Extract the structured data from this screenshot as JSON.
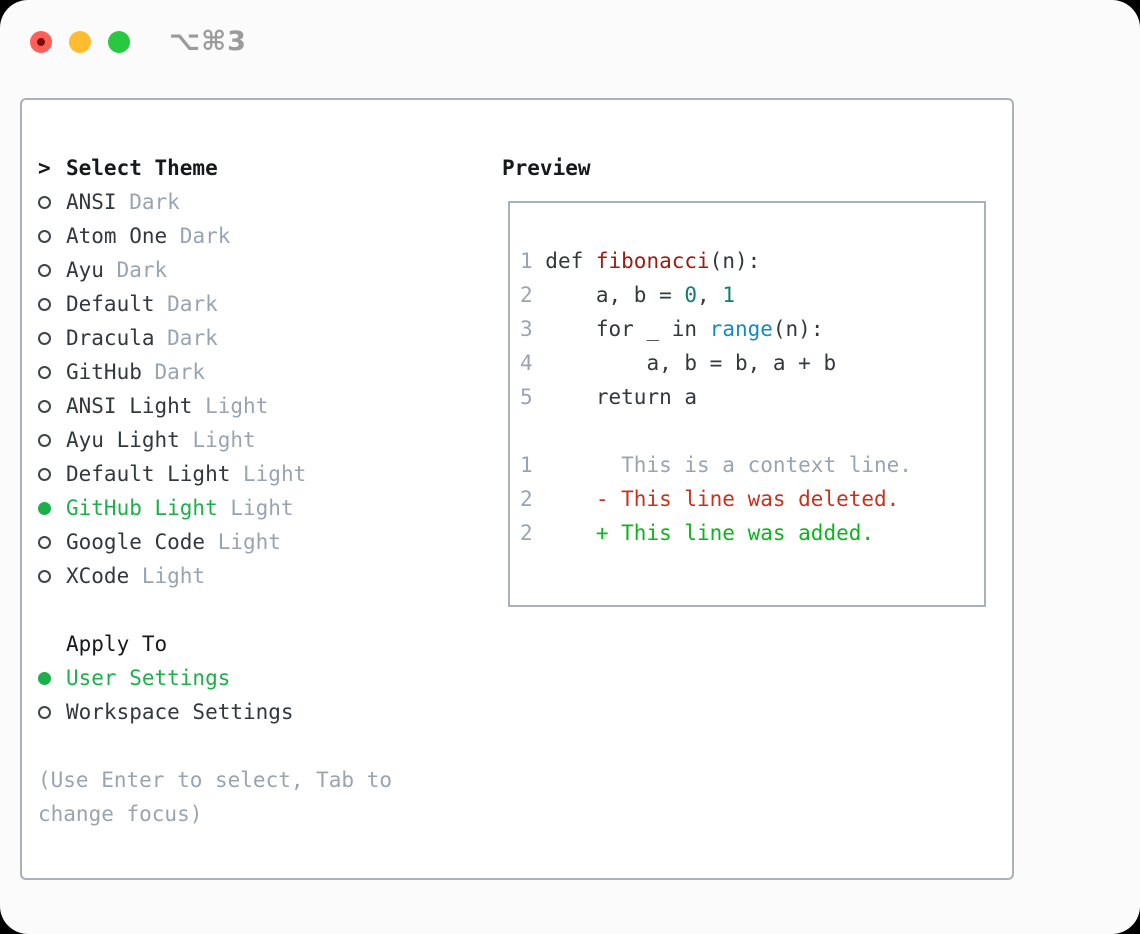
{
  "window": {
    "title": "⌥⌘3",
    "traffic_lights": {
      "close": "close",
      "minimize": "minimize",
      "zoom": "zoom"
    }
  },
  "theme_picker": {
    "header": {
      "pointer": ">",
      "label": "Select Theme"
    },
    "items": [
      {
        "name": "ANSI",
        "variant": "Dark",
        "selected": false
      },
      {
        "name": "Atom One",
        "variant": "Dark",
        "selected": false
      },
      {
        "name": "Ayu",
        "variant": "Dark",
        "selected": false
      },
      {
        "name": "Default",
        "variant": "Dark",
        "selected": false
      },
      {
        "name": "Dracula",
        "variant": "Dark",
        "selected": false
      },
      {
        "name": "GitHub",
        "variant": "Dark",
        "selected": false
      },
      {
        "name": "ANSI Light",
        "variant": "Light",
        "selected": false
      },
      {
        "name": "Ayu Light",
        "variant": "Light",
        "selected": false
      },
      {
        "name": "Default Light",
        "variant": "Light",
        "selected": false
      },
      {
        "name": "GitHub Light",
        "variant": "Light",
        "selected": true
      },
      {
        "name": "Google Code",
        "variant": "Light",
        "selected": false
      },
      {
        "name": "XCode",
        "variant": "Light",
        "selected": false
      }
    ],
    "apply_to": {
      "label": "Apply To",
      "options": [
        {
          "label": "User Settings",
          "selected": true
        },
        {
          "label": "Workspace Settings",
          "selected": false
        }
      ]
    },
    "hint_lines": [
      "(Use Enter to select, Tab to",
      "change focus)"
    ]
  },
  "preview": {
    "label": "Preview",
    "code_lines": [
      {
        "num": "1",
        "tokens": [
          {
            "t": "def ",
            "c": "text"
          },
          {
            "t": "fibonacci",
            "c": "func-red"
          },
          {
            "t": "(n):",
            "c": "text"
          }
        ]
      },
      {
        "num": "2",
        "tokens": [
          {
            "t": "    a, b = ",
            "c": "text"
          },
          {
            "t": "0",
            "c": "number-teal"
          },
          {
            "t": ", ",
            "c": "text"
          },
          {
            "t": "1",
            "c": "number-teal"
          }
        ]
      },
      {
        "num": "3",
        "tokens": [
          {
            "t": "    for _ in ",
            "c": "text"
          },
          {
            "t": "range",
            "c": "builtin-blue"
          },
          {
            "t": "(n):",
            "c": "text"
          }
        ]
      },
      {
        "num": "4",
        "tokens": [
          {
            "t": "        a, b = b, a + b",
            "c": "text"
          }
        ]
      },
      {
        "num": "5",
        "tokens": [
          {
            "t": "    return a",
            "c": "text"
          }
        ]
      },
      {
        "blank": true
      },
      {
        "num": "1",
        "tokens": [
          {
            "t": "      This is a context line.",
            "c": "muted"
          }
        ]
      },
      {
        "num": "2",
        "tokens": [
          {
            "t": "    - This line was deleted.",
            "c": "diff-del"
          }
        ]
      },
      {
        "num": "2",
        "tokens": [
          {
            "t": "    + This line was added.",
            "c": "diff-add"
          }
        ]
      }
    ]
  },
  "colors": {
    "text": "#33383d",
    "heading": "#17191c",
    "muted": "#9aa4b1",
    "border": "#a9b1ba",
    "green": "#1daf4a",
    "func-red": "#9d1b10",
    "number-teal": "#0e7e70",
    "builtin-blue": "#128ac2",
    "diff-del": "#c5331d",
    "diff-add": "#0cb51b",
    "title": "#9b9b9b",
    "light-red": "#ff5f57",
    "light-yellow": "#febc2e",
    "light-green": "#28c840"
  }
}
